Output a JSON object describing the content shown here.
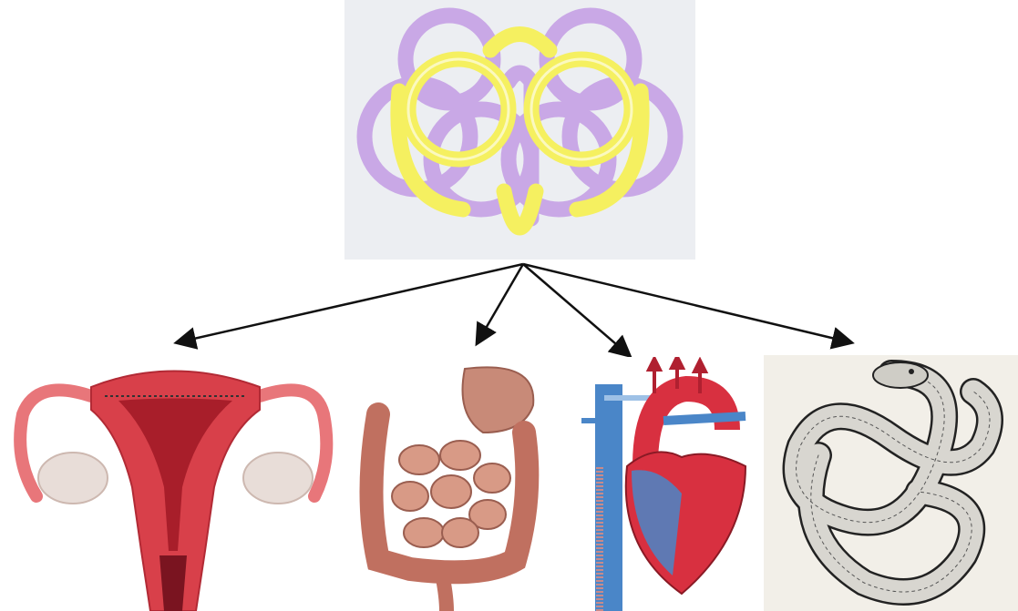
{
  "diagram": {
    "source": {
      "name": "interlaced-loop-knot",
      "colors": {
        "strand_a": "#f5f060",
        "strand_b": "#c9a8e6",
        "background": "#eceef2"
      }
    },
    "targets": [
      {
        "name": "uterus",
        "colors": {
          "main": "#d8404a",
          "light": "#f0a0a0",
          "ovary": "#e8ddd8"
        }
      },
      {
        "name": "intestines",
        "colors": {
          "main": "#c07060",
          "light": "#d89a86",
          "stomach": "#c88a78"
        }
      },
      {
        "name": "heart",
        "colors": {
          "red": "#d83040",
          "blue": "#4a86c8"
        }
      },
      {
        "name": "ouroboros-knot-serpent",
        "colors": {
          "body": "#d8d6d0",
          "ink": "#222222"
        }
      }
    ],
    "arrow_color": "#111111"
  }
}
